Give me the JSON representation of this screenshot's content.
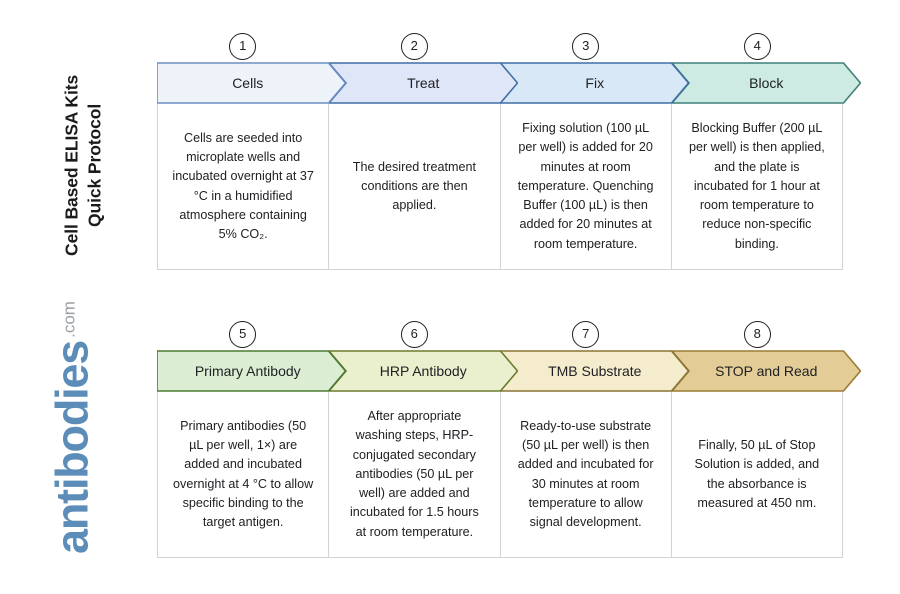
{
  "document": {
    "title_line_1": "Cell Based ELISA Kits",
    "title_line_2": "Quick Protocol"
  },
  "brand": {
    "name": "antibodies",
    "tld": ".com"
  },
  "rows": [
    {
      "row_id": "row-1",
      "steps": [
        {
          "number": "1",
          "label": "Cells",
          "body": "Cells are seeded into microplate wells and incubated overnight at 37 °C in a humidified atmosphere containing 5% CO₂.",
          "fill": "#eef3fa",
          "stroke": "#6b8fc0"
        },
        {
          "number": "2",
          "label": "Treat",
          "body": "The desired treatment conditions are then applied.",
          "fill": "#dfe6f7",
          "stroke": "#3f6fa5"
        },
        {
          "number": "3",
          "label": "Fix",
          "body": "Fixing solution (100 µL per well) is added for 20 minutes at room temperature. Quenching Buffer (100 µL) is then added for 20 minutes at room temperature.",
          "fill": "#d9e8f6",
          "stroke": "#3f6fa5"
        },
        {
          "number": "4",
          "label": "Block",
          "body": "Blocking Buffer (200 µL per well) is then applied, and the plate is incubated for 1 hour at room temperature to reduce non-specific binding.",
          "fill": "#cdeae3",
          "stroke": "#3f7f7a"
        }
      ]
    },
    {
      "row_id": "row-2",
      "steps": [
        {
          "number": "5",
          "label": "Primary Antibody",
          "body": "Primary antibodies (50 µL per well, 1×) are added and incubated overnight at 4 °C to allow specific binding to the target antigen.",
          "fill": "#dbeed3",
          "stroke": "#4c7a33"
        },
        {
          "number": "6",
          "label": "HRP Antibody",
          "body": "After appropriate washing steps, HRP-conjugated secondary antibodies (50 µL per well) are added and incubated for 1.5 hours at room temperature.",
          "fill": "#eaf0cd",
          "stroke": "#6c7a2e"
        },
        {
          "number": "7",
          "label": "TMB Substrate",
          "body": "Ready-to-use substrate (50 µL per well) is then added and incubated for 30 minutes at room temperature to allow signal development.",
          "fill": "#f4eccd",
          "stroke": "#8a7435"
        },
        {
          "number": "8",
          "label": "STOP and Read",
          "body": "Finally, 50 µL of Stop Solution is added, and the absorbance is measured at 450 nm.",
          "fill": "#e4cc96",
          "stroke": "#9a7c34"
        }
      ]
    }
  ]
}
